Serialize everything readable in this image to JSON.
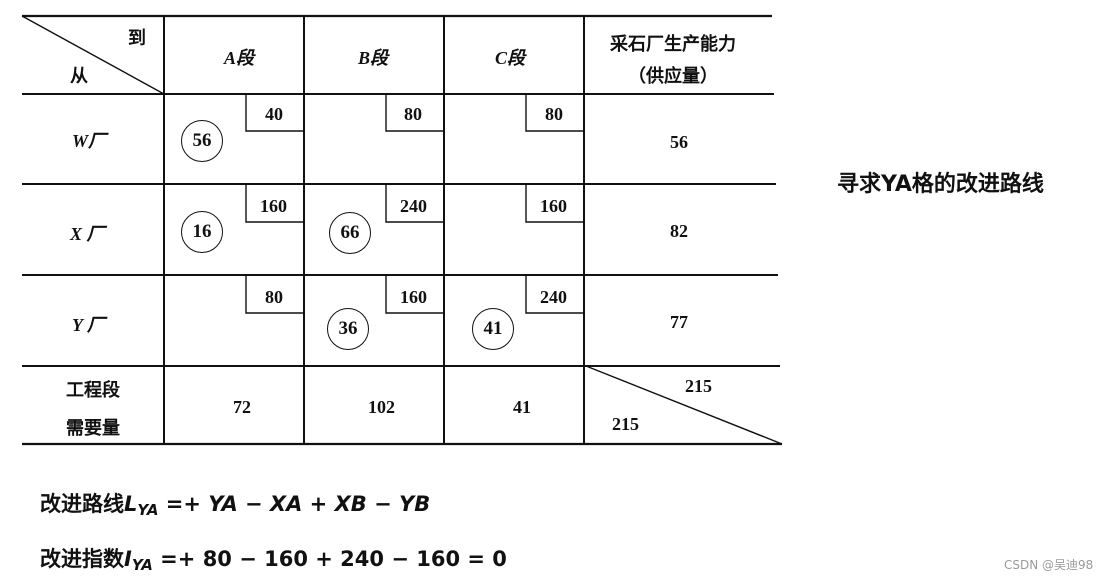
{
  "table": {
    "corner_to": "到",
    "corner_from": "从",
    "col_headers": [
      "A段",
      "B段",
      "C段"
    ],
    "supply_header_line1": "采石厂生产能力",
    "supply_header_line2": "（供应量）",
    "rows": [
      {
        "label": "W厂",
        "costs": [
          "40",
          "80",
          "80"
        ],
        "allocations": [
          "56",
          "",
          ""
        ],
        "supply": "56"
      },
      {
        "label": "X 厂",
        "costs": [
          "160",
          "240",
          "160"
        ],
        "allocations": [
          "16",
          "66",
          ""
        ],
        "supply": "82"
      },
      {
        "label": "Y 厂",
        "costs": [
          "80",
          "160",
          "240"
        ],
        "allocations": [
          "",
          "36",
          "41"
        ],
        "supply": "77"
      }
    ],
    "demand_label_line1": "工程段",
    "demand_label_line2": "需要量",
    "demands": [
      "72",
      "102",
      "41"
    ],
    "total_top": "215",
    "total_bottom": "215"
  },
  "side_note": "寻求YA格的改进路线",
  "formula1": {
    "prefix": "改进路线",
    "symbol": "L",
    "subscript": "YA",
    "expression": " =+ YA − XA + XB − YB"
  },
  "formula2": {
    "prefix": "改进指数",
    "symbol": "I",
    "subscript": "YA",
    "expression": " =+ 80 − 160 + 240 − 160 = 0"
  },
  "watermark": "CSDN @吴迪98"
}
